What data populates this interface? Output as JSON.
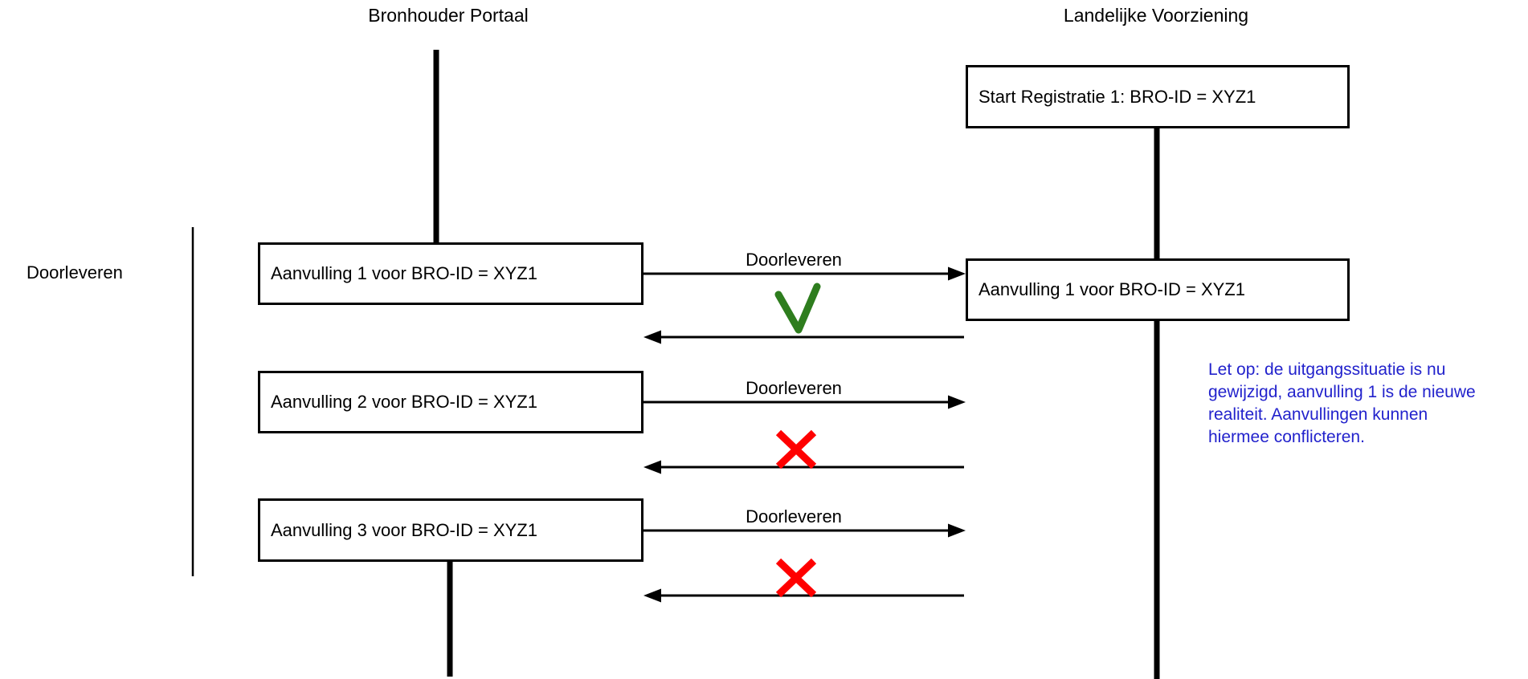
{
  "colors": {
    "ink": "#000000",
    "success_green": "#2e7d1e",
    "error_red": "#ff0000",
    "note_blue": "#2222cc",
    "background": "#ffffff"
  },
  "lanes": {
    "left_title": "Bronhouder Portaal",
    "right_title": "Landelijke Voorziening"
  },
  "phase": {
    "label": "Doorleveren"
  },
  "landelijke_voorziening": {
    "start_box": "Start Registratie 1: BRO-ID = XYZ1",
    "accepted_box": "Aanvulling 1 voor BRO-ID = XYZ1"
  },
  "messages": [
    {
      "box_label": "Aanvulling 1 voor BRO-ID = XYZ1",
      "arrow_label": "Doorleveren",
      "result": "accepted"
    },
    {
      "box_label": "Aanvulling 2 voor BRO-ID = XYZ1",
      "arrow_label": "Doorleveren",
      "result": "rejected"
    },
    {
      "box_label": "Aanvulling 3 voor BRO-ID = XYZ1",
      "arrow_label": "Doorleveren",
      "result": "rejected"
    }
  ],
  "note": {
    "lines": [
      "Let op: de uitgangssituatie is nu",
      "gewijzigd, aanvulling 1 is de nieuwe",
      "realiteit. Aanvullingen kunnen",
      "hiermee conflicteren."
    ]
  }
}
